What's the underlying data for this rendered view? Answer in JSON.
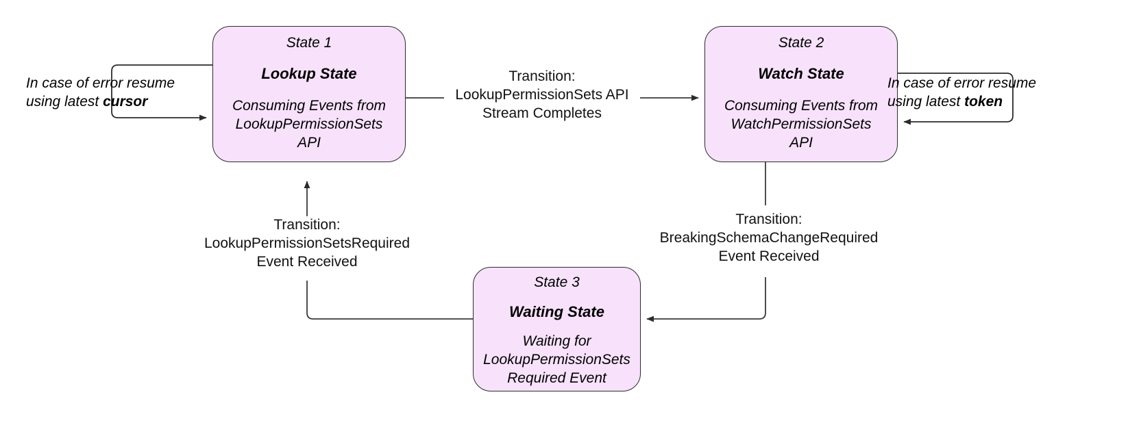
{
  "diagram": {
    "type": "state-machine",
    "title": "",
    "colors": {
      "state_fill": "#f7e1fb",
      "state_stroke": "#2b2b2b",
      "edge_stroke": "#3a3a3a",
      "text": "#000000",
      "background": "#ffffff"
    },
    "states": [
      {
        "id": "State 1",
        "name": "Lookup State",
        "description": "Consuming Events from\nLookupPermissionSets\nAPI"
      },
      {
        "id": "State 2",
        "name": "Watch State",
        "description": "Consuming Events from\nWatchPermissionSets\nAPI"
      },
      {
        "id": "State 3",
        "name": "Waiting State",
        "description": "Waiting for\nLookupPermissionSets\nRequired Event"
      }
    ],
    "transitions": [
      {
        "from": "State 1",
        "to": "State 2",
        "label": "Transition:\nLookupPermissionSets API\nStream Completes"
      },
      {
        "from": "State 2",
        "to": "State 3",
        "label": "Transition:\nBreakingSchemaChangeRequired\nEvent Received"
      },
      {
        "from": "State 3",
        "to": "State 1",
        "label": "Transition:\nLookupPermissionSetsRequired\nEvent Received"
      }
    ],
    "self_loops": [
      {
        "on": "State 1",
        "line1": "In case of error resume",
        "line2_prefix": "using latest ",
        "line2_emphasis": "cursor"
      },
      {
        "on": "State 2",
        "line1": "In case of error resume",
        "line2_prefix": "using latest ",
        "line2_emphasis": "token"
      }
    ]
  }
}
